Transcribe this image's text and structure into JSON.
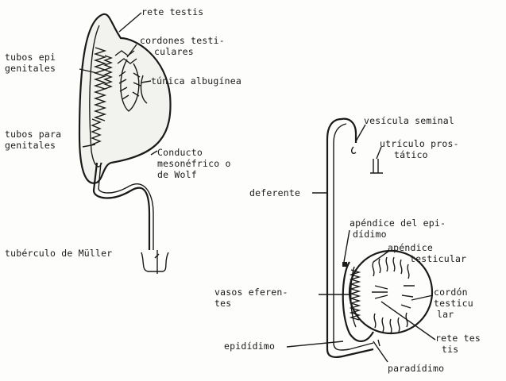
{
  "labels": {
    "rete_testis_top": "rete testis",
    "cordones_1": "cordones testi-",
    "cordones_2": "culares",
    "tubos_epi_1": "tubos epi",
    "tubos_epi_2": "genitales",
    "tunica": "túnica albugínea",
    "tubos_para_1": "tubos para",
    "tubos_para_2": "genitales",
    "conducto_1": "Conducto",
    "conducto_2": "mesonéfrico o",
    "conducto_3": "de Wolf",
    "tuberculo": "tubérculo de Müller",
    "vesicula": "vesícula seminal",
    "utriculo_1": "utrículo pros-",
    "utriculo_2": "tático",
    "deferente": "deferente",
    "apendice_epi_1": "apéndice del epi-",
    "apendice_epi_2": "dídimo",
    "apendice_test_1": "apéndice",
    "apendice_test_2": "testicular",
    "vasos_1": "vasos eferen-",
    "vasos_2": "tes",
    "cordon_1": "cordón",
    "cordon_2": "testicu",
    "cordon_3": "lar",
    "rete_right_1": "rete tes",
    "rete_right_2": "tis",
    "epididimo": "epidídimo",
    "paradidimo": "paradídimo"
  }
}
